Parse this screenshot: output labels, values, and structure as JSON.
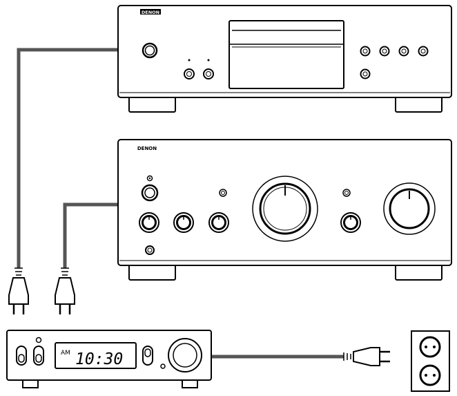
{
  "cd_player": {
    "brand": "DENON"
  },
  "amplifier": {
    "brand": "DENON"
  },
  "timer": {
    "ampm": "AM",
    "time": "10:30"
  },
  "colors": {
    "line": "#000000",
    "cable": "#555555",
    "background": "#ffffff"
  }
}
